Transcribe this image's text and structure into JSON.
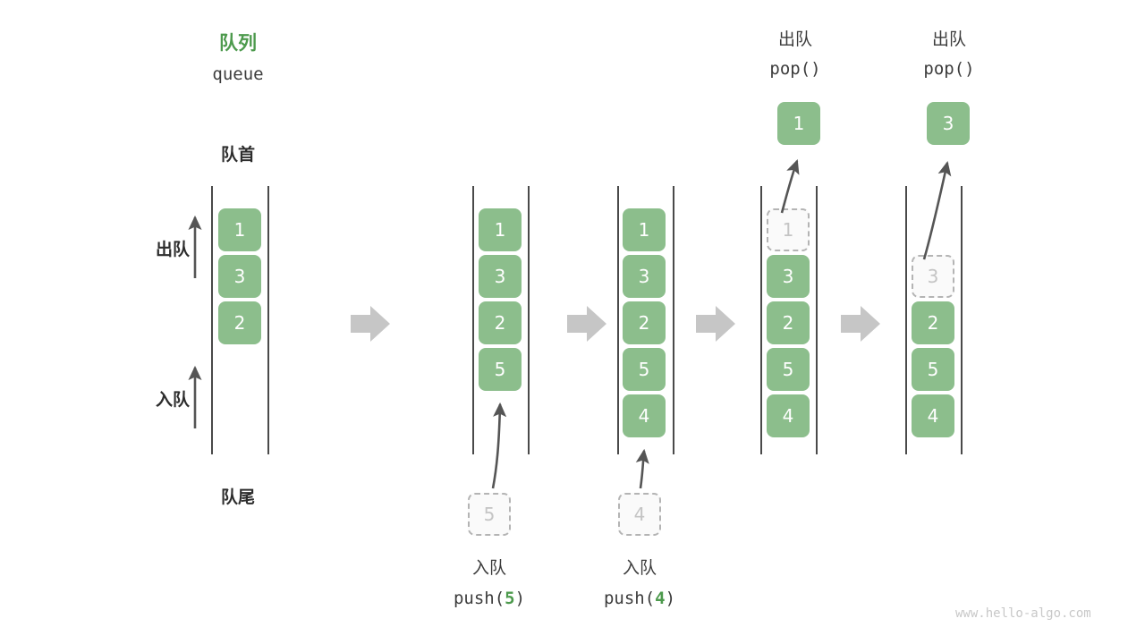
{
  "diagram": {
    "title_cn": "队列",
    "title_code": "queue",
    "head_label": "队首",
    "tail_label": "队尾",
    "dequeue_label": "出队",
    "enqueue_label": "入队",
    "watermark": "www.hello-algo.com",
    "colors": {
      "cell_fill": "#8cbe8c",
      "cell_text": "#ffffff",
      "ghost_fill": "#fafafa",
      "ghost_text": "#c4c4c4",
      "ghost_border": "#b4b4b4",
      "rail": "#4a4a4a",
      "accent_green": "#4d9a4d",
      "arrow_gray": "#555555",
      "step_arrow": "#c6c6c6",
      "watermark": "#c8c8c8"
    }
  },
  "steps": [
    {
      "id": "initial",
      "cells": [
        "1",
        "3",
        "2"
      ],
      "op_cn": "",
      "op_code": "",
      "pending": null,
      "popped": null,
      "ghost_index": null
    },
    {
      "id": "push-5",
      "cells": [
        "1",
        "3",
        "2",
        "5"
      ],
      "op_cn": "入队",
      "op_code_prefix": "push(",
      "op_code_arg": "5",
      "op_code_suffix": ")",
      "pending": "5",
      "popped": null,
      "ghost_index": null
    },
    {
      "id": "push-4",
      "cells": [
        "1",
        "3",
        "2",
        "5",
        "4"
      ],
      "op_cn": "入队",
      "op_code_prefix": "push(",
      "op_code_arg": "4",
      "op_code_suffix": ")",
      "pending": "4",
      "popped": null,
      "ghost_index": null
    },
    {
      "id": "pop-1",
      "cells": [
        "1",
        "3",
        "2",
        "5",
        "4"
      ],
      "op_cn": "出队",
      "op_code_prefix": "pop(",
      "op_code_arg": "",
      "op_code_suffix": ")",
      "pending": null,
      "popped": "1",
      "ghost_index": 0
    },
    {
      "id": "pop-3",
      "cells": [
        "",
        "3",
        "2",
        "5",
        "4"
      ],
      "op_cn": "出队",
      "op_code_prefix": "pop(",
      "op_code_arg": "",
      "op_code_suffix": ")",
      "pending": null,
      "popped": "3",
      "ghost_index": 1
    }
  ],
  "chart_data": {
    "type": "diagram",
    "title": "队列 queue — push / pop 操作示意",
    "sequence": [
      {
        "state": [
          "1",
          "3",
          "2"
        ],
        "action": null
      },
      {
        "state": [
          "1",
          "3",
          "2",
          "5"
        ],
        "action": "push(5)"
      },
      {
        "state": [
          "1",
          "3",
          "2",
          "5",
          "4"
        ],
        "action": "push(4)"
      },
      {
        "state": [
          "3",
          "2",
          "5",
          "4"
        ],
        "action": "pop() -> 1"
      },
      {
        "state": [
          "2",
          "5",
          "4"
        ],
        "action": "pop() -> 3"
      }
    ]
  }
}
